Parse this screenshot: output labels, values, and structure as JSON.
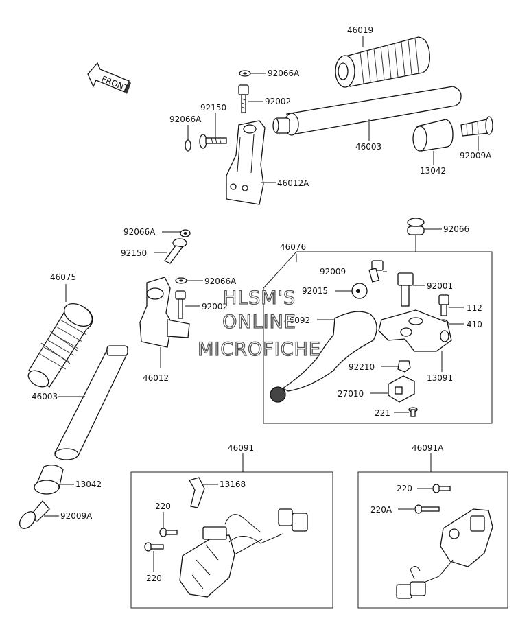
{
  "front_label": "FRONT",
  "watermark": [
    "HLSM'S",
    "ONLINE",
    "MICROFICHE"
  ],
  "labels": {
    "l46019": "46019",
    "l92066A_top": "92066A",
    "l92002_top": "92002",
    "l92150_top": "92150",
    "l92066A_left": "92066A",
    "l46003_top": "46003",
    "l92009A_top": "92009A",
    "l13042_top": "13042",
    "l46012A": "46012A",
    "l92066A_mid": "92066A",
    "l92150_mid": "92150",
    "l92066A_mid2": "92066A",
    "l92002_mid": "92002",
    "l46012": "46012",
    "l46075": "46075",
    "l46003_left": "46003",
    "l13042_left": "13042",
    "l92009A_left": "92009A",
    "l46076": "46076",
    "l92066": "92066",
    "l92009": "92009",
    "l92015": "92015",
    "l92001": "92001",
    "l46092": "46092",
    "l112": "112",
    "l410": "410",
    "l92210": "92210",
    "l13091": "13091",
    "l27010": "27010",
    "l221": "221",
    "l46091": "46091",
    "l13168": "13168",
    "l220_a": "220",
    "l220_b": "220",
    "l46091A": "46091A",
    "l220_c": "220",
    "l220A": "220A"
  }
}
